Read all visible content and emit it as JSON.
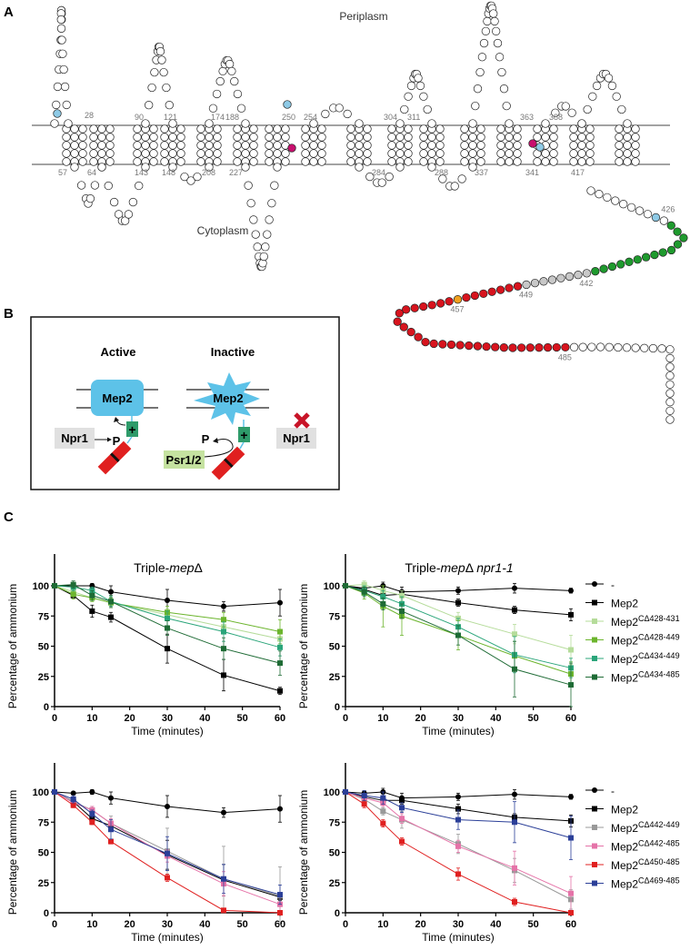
{
  "panel_labels": {
    "a": "A",
    "b": "B",
    "c": "C"
  },
  "panel_a": {
    "periplasm": "Periplasm",
    "cytoplasm": "Cytoplasm",
    "periplasm_numbers": [
      "28",
      "90",
      "121",
      "174",
      "188",
      "250",
      "254",
      "304",
      "311",
      "363",
      "388"
    ],
    "cytoplasm_numbers": [
      "57",
      "64",
      "143",
      "148",
      "208",
      "227",
      "284",
      "288",
      "337",
      "341",
      "417"
    ],
    "tail_numbers": [
      "426",
      "442",
      "449",
      "457",
      "485"
    ],
    "colors": {
      "white": "#ffffff",
      "blue": "#8ecae6",
      "green": "#1f9a2e",
      "grey": "#c8c8c8",
      "red": "#d7141e",
      "orange": "#f0a020",
      "magenta": "#c8106e"
    }
  },
  "panel_b": {
    "active": "Active",
    "inactive": "Inactive",
    "mep2": "Mep2",
    "npr1": "Npr1",
    "psr": "Psr1/2",
    "p": "P",
    "plus": "+"
  },
  "chart_data": [
    {
      "type": "line",
      "title": "Triple-",
      "title_italic": "mep",
      "title_rest": "Δ",
      "xlabel": "Time (minutes)",
      "ylabel": "Percentage of ammonium",
      "xlim": [
        0,
        60
      ],
      "ylim": [
        0,
        100
      ],
      "xticks": [
        "0",
        "10",
        "20",
        "30",
        "40",
        "50",
        "60"
      ],
      "yticks": [
        "0",
        "25",
        "50",
        "75",
        "100"
      ],
      "x": [
        0,
        5,
        10,
        15,
        30,
        45,
        60
      ],
      "legend": false,
      "series": [
        {
          "name": "-",
          "sup": "",
          "color": "#000000",
          "marker": "circle",
          "values": [
            100,
            100,
            100,
            95,
            88,
            83,
            86
          ],
          "err": [
            0,
            2,
            2,
            5,
            9,
            4,
            11
          ]
        },
        {
          "name": "Mep2",
          "sup": "",
          "color": "#000000",
          "marker": "square",
          "values": [
            100,
            92,
            79,
            74,
            48,
            26,
            13
          ],
          "err": [
            0,
            2,
            5,
            4,
            12,
            13,
            3
          ]
        },
        {
          "name": "Mep2",
          "sup": "CΔ428-431",
          "color": "#b5dc9a",
          "marker": "square",
          "values": [
            100,
            95,
            90,
            86,
            76,
            66,
            56
          ],
          "err": [
            0,
            3,
            3,
            4,
            5,
            6,
            8
          ]
        },
        {
          "name": "Mep2",
          "sup": "CΔ428-449",
          "color": "#6cb52d",
          "marker": "square",
          "values": [
            100,
            93,
            90,
            86,
            78,
            72,
            62
          ],
          "err": [
            0,
            4,
            3,
            4,
            5,
            6,
            10
          ]
        },
        {
          "name": "Mep2",
          "sup": "CΔ434-449",
          "color": "#2aa57a",
          "marker": "square",
          "values": [
            100,
            99,
            96,
            87,
            73,
            62,
            49
          ],
          "err": [
            0,
            3,
            3,
            4,
            6,
            8,
            7
          ]
        },
        {
          "name": "Mep2",
          "sup": "CΔ434-485",
          "color": "#1e6b35",
          "marker": "square",
          "values": [
            100,
            101,
            92,
            87,
            65,
            48,
            36
          ],
          "err": [
            0,
            3,
            4,
            5,
            6,
            9,
            10
          ]
        }
      ]
    },
    {
      "type": "line",
      "title": "Triple-",
      "title_italic": "mep",
      "title_rest": "Δ ",
      "title_italic2": "npr1-1",
      "xlabel": "Time (minutes)",
      "ylabel": "Percentage of ammonium",
      "xlim": [
        0,
        60
      ],
      "ylim": [
        0,
        100
      ],
      "xticks": [
        "0",
        "10",
        "20",
        "30",
        "40",
        "50",
        "60"
      ],
      "yticks": [
        "0",
        "25",
        "50",
        "75",
        "100"
      ],
      "x": [
        0,
        5,
        10,
        15,
        30,
        45,
        60
      ],
      "legend": true,
      "series": [
        {
          "name": "-",
          "sup": "",
          "color": "#000000",
          "marker": "circle",
          "values": [
            100,
            98,
            100,
            95,
            96,
            98,
            96
          ],
          "err": [
            0,
            2,
            3,
            4,
            3,
            4,
            2
          ]
        },
        {
          "name": "Mep2",
          "sup": "",
          "color": "#000000",
          "marker": "square",
          "values": [
            100,
            97,
            92,
            93,
            86,
            80,
            76
          ],
          "err": [
            0,
            2,
            3,
            3,
            3,
            3,
            5
          ]
        },
        {
          "name": "Mep2",
          "sup": "CΔ428-431",
          "color": "#b5dc9a",
          "marker": "square",
          "values": [
            100,
            101,
            96,
            92,
            73,
            60,
            47
          ],
          "err": [
            0,
            3,
            4,
            4,
            5,
            8,
            12
          ]
        },
        {
          "name": "Mep2",
          "sup": "CΔ428-449",
          "color": "#6cb52d",
          "marker": "square",
          "values": [
            100,
            94,
            83,
            75,
            59,
            42,
            27
          ],
          "err": [
            0,
            5,
            17,
            16,
            12,
            12,
            10
          ]
        },
        {
          "name": "Mep2",
          "sup": "CΔ434-449",
          "color": "#2aa57a",
          "marker": "square",
          "values": [
            100,
            96,
            91,
            85,
            66,
            43,
            32
          ],
          "err": [
            0,
            4,
            5,
            6,
            7,
            15,
            8
          ]
        },
        {
          "name": "Mep2",
          "sup": "CΔ434-485",
          "color": "#1e6b35",
          "marker": "square",
          "values": [
            100,
            95,
            85,
            79,
            59,
            31,
            18
          ],
          "err": [
            0,
            4,
            5,
            6,
            8,
            23,
            18
          ]
        }
      ]
    },
    {
      "type": "line",
      "title": "",
      "xlabel": "Time (minutes)",
      "ylabel": "Percentage of ammonium",
      "xlim": [
        0,
        60
      ],
      "ylim": [
        0,
        100
      ],
      "xticks": [
        "0",
        "10",
        "20",
        "30",
        "40",
        "50",
        "60"
      ],
      "yticks": [
        "0",
        "25",
        "50",
        "75",
        "100"
      ],
      "x": [
        0,
        5,
        10,
        15,
        30,
        45,
        60
      ],
      "legend": false,
      "series": [
        {
          "name": "-",
          "sup": "",
          "color": "#000000",
          "marker": "circle",
          "values": [
            100,
            99,
            100,
            95,
            88,
            83,
            86
          ],
          "err": [
            0,
            1,
            2,
            5,
            9,
            4,
            11
          ]
        },
        {
          "name": "Mep2",
          "sup": "",
          "color": "#000000",
          "marker": "square",
          "values": [
            100,
            92,
            78,
            72,
            48,
            27,
            13
          ],
          "err": [
            0,
            2,
            3,
            4,
            12,
            13,
            3
          ]
        },
        {
          "name": "Mep2",
          "sup": "CΔ442-449",
          "color": "#999999",
          "marker": "square",
          "values": [
            100,
            92,
            85,
            74,
            51,
            28,
            14
          ],
          "err": [
            0,
            3,
            3,
            6,
            19,
            27,
            24
          ]
        },
        {
          "name": "Mep2",
          "sup": "CΔ442-485",
          "color": "#e573a8",
          "marker": "square",
          "values": [
            100,
            91,
            85,
            74,
            47,
            24,
            7
          ],
          "err": [
            0,
            3,
            3,
            4,
            5,
            10,
            8
          ]
        },
        {
          "name": "Mep2",
          "sup": "CΔ450-485",
          "color": "#e02020",
          "marker": "square",
          "values": [
            100,
            89,
            75,
            59,
            29,
            2,
            0
          ],
          "err": [
            0,
            2,
            2,
            2,
            3,
            1,
            0
          ]
        },
        {
          "name": "Mep2",
          "sup": "CΔ469-485",
          "color": "#2b3f98",
          "marker": "square",
          "values": [
            100,
            94,
            82,
            69,
            49,
            28,
            15
          ],
          "err": [
            0,
            3,
            3,
            8,
            14,
            12,
            8
          ]
        }
      ]
    },
    {
      "type": "line",
      "title": "",
      "xlabel": "Time (minutes)",
      "ylabel": "Percentage of ammonium",
      "xlim": [
        0,
        60
      ],
      "ylim": [
        0,
        100
      ],
      "xticks": [
        "0",
        "10",
        "20",
        "30",
        "40",
        "50",
        "60"
      ],
      "yticks": [
        "0",
        "25",
        "50",
        "75",
        "100"
      ],
      "x": [
        0,
        5,
        10,
        15,
        30,
        45,
        60
      ],
      "legend": true,
      "series": [
        {
          "name": "-",
          "sup": "",
          "color": "#000000",
          "marker": "circle",
          "values": [
            100,
            99,
            100,
            95,
            96,
            98,
            96
          ],
          "err": [
            0,
            2,
            3,
            4,
            3,
            4,
            2
          ]
        },
        {
          "name": "Mep2",
          "sup": "",
          "color": "#000000",
          "marker": "square",
          "values": [
            100,
            96,
            93,
            93,
            86,
            79,
            76
          ],
          "err": [
            0,
            2,
            3,
            3,
            4,
            3,
            5
          ]
        },
        {
          "name": "Mep2",
          "sup": "CΔ442-449",
          "color": "#999999",
          "marker": "square",
          "values": [
            100,
            94,
            84,
            77,
            57,
            35,
            11
          ],
          "err": [
            0,
            4,
            3,
            7,
            8,
            10,
            8
          ]
        },
        {
          "name": "Mep2",
          "sup": "CΔ442-485",
          "color": "#e573a8",
          "marker": "square",
          "values": [
            100,
            95,
            91,
            78,
            55,
            37,
            16
          ],
          "err": [
            0,
            3,
            3,
            4,
            5,
            14,
            14
          ]
        },
        {
          "name": "Mep2",
          "sup": "CΔ450-485",
          "color": "#e02020",
          "marker": "square",
          "values": [
            100,
            90,
            74,
            59,
            32,
            9,
            0
          ],
          "err": [
            0,
            3,
            3,
            3,
            5,
            3,
            0
          ]
        },
        {
          "name": "Mep2",
          "sup": "CΔ469-485",
          "color": "#2b3f98",
          "marker": "square",
          "values": [
            100,
            97,
            95,
            87,
            77,
            75,
            62
          ],
          "err": [
            0,
            4,
            5,
            4,
            8,
            17,
            18
          ]
        }
      ]
    }
  ]
}
